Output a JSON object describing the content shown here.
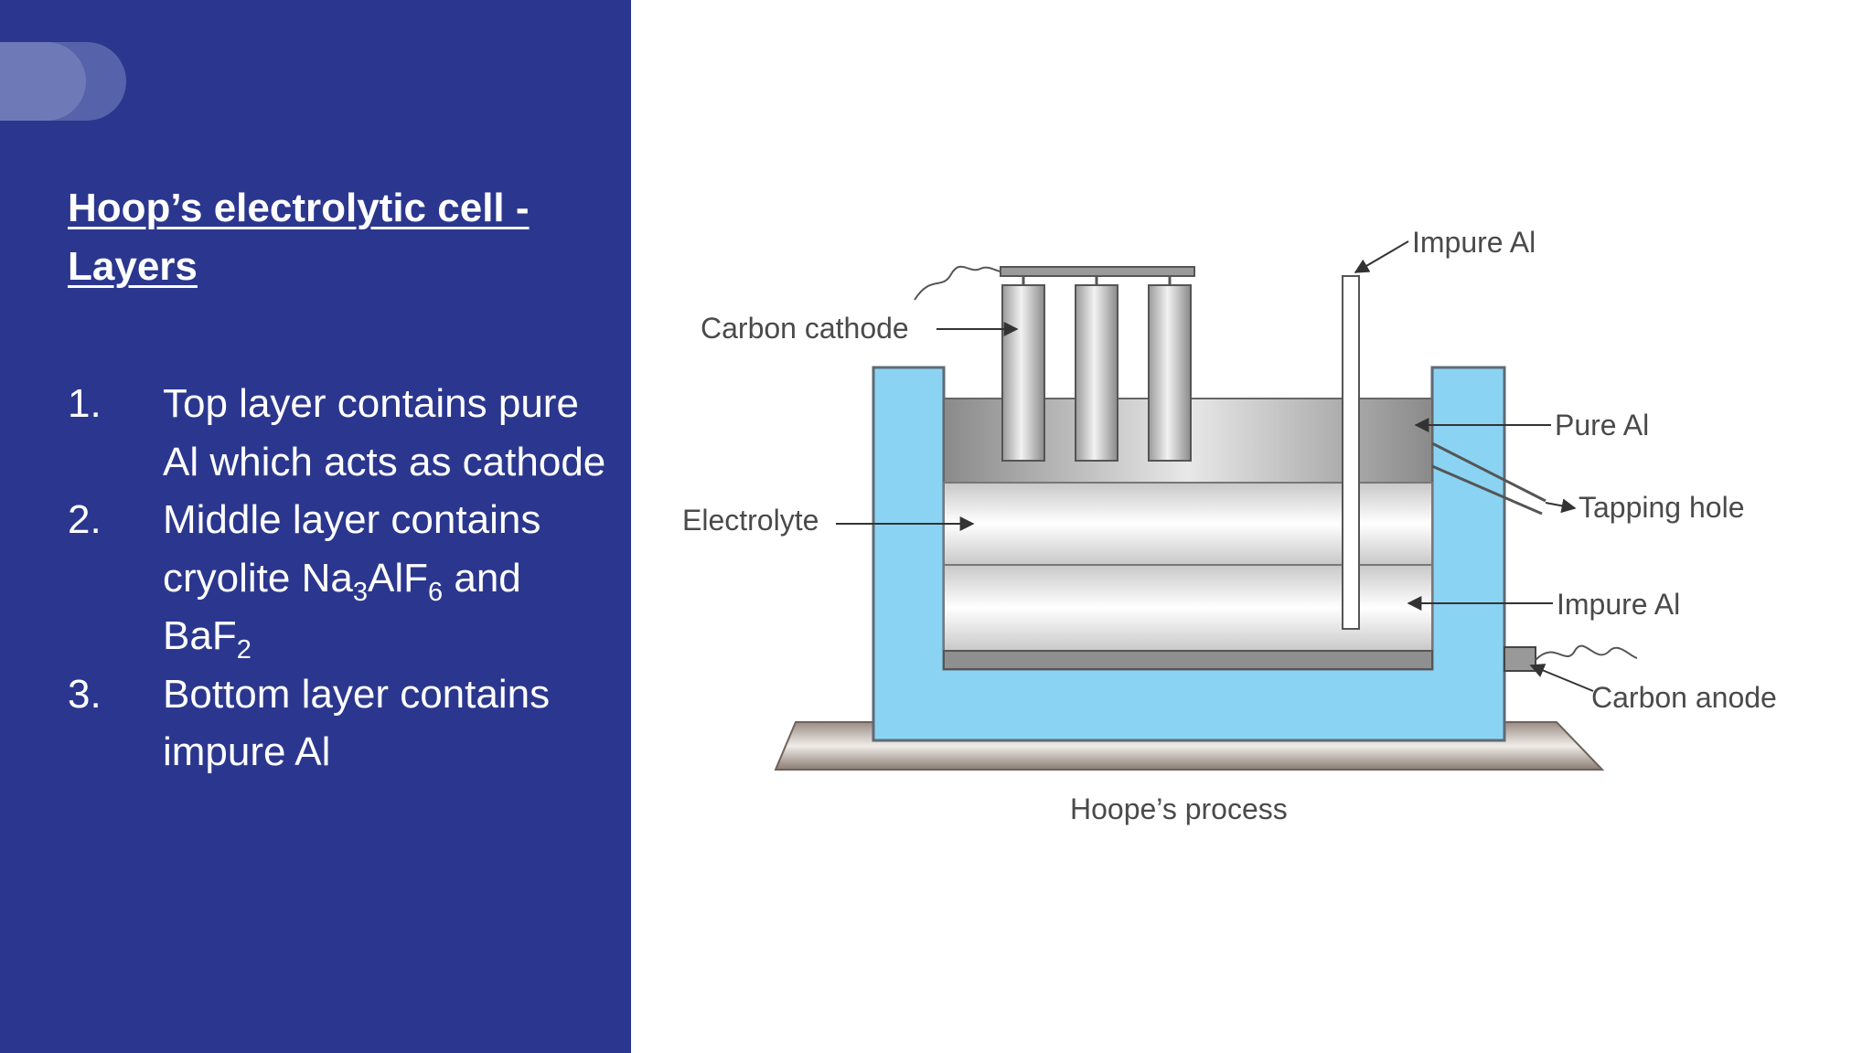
{
  "title": "Hoop’s electrolytic cell - Layers",
  "points": [
    {
      "num": "1.",
      "text": "Top layer  contains pure Al which acts as cathode"
    },
    {
      "num": "2.",
      "text_parts": [
        "Middle layer contains cryolite Na",
        "3",
        "AlF",
        "6",
        " and BaF",
        "2"
      ]
    },
    {
      "num": "3.",
      "text": "Bottom layer contains impure Al"
    }
  ],
  "diagram": {
    "labels": {
      "carbon_cathode": "Carbon cathode",
      "impure_al_top": "Impure Al",
      "pure_al": "Pure Al",
      "tapping_hole": "Tapping hole",
      "electrolyte": "Electrolyte",
      "impure_al_bottom": "Impure Al",
      "carbon_anode": "Carbon anode",
      "caption": "Hoope’s process"
    },
    "colors": {
      "tank": "#8bd3f3",
      "panel": "#2b378e"
    }
  }
}
